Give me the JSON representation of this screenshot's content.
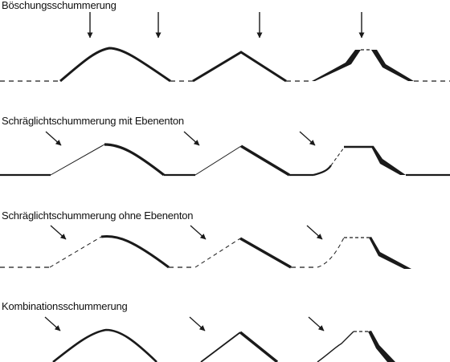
{
  "panels": [
    {
      "title": "Böschungsschummerung"
    },
    {
      "title": "Schräglichtschummerung mit Ebenenton"
    },
    {
      "title": "Schräglichtschummerung ohne Ebenenton"
    },
    {
      "title": "Kombinationsschummerung"
    }
  ],
  "colors": {
    "ink": "#1a1a1a",
    "background": "#ffffff"
  },
  "icons": {
    "light_direction": "arrow-icon"
  }
}
